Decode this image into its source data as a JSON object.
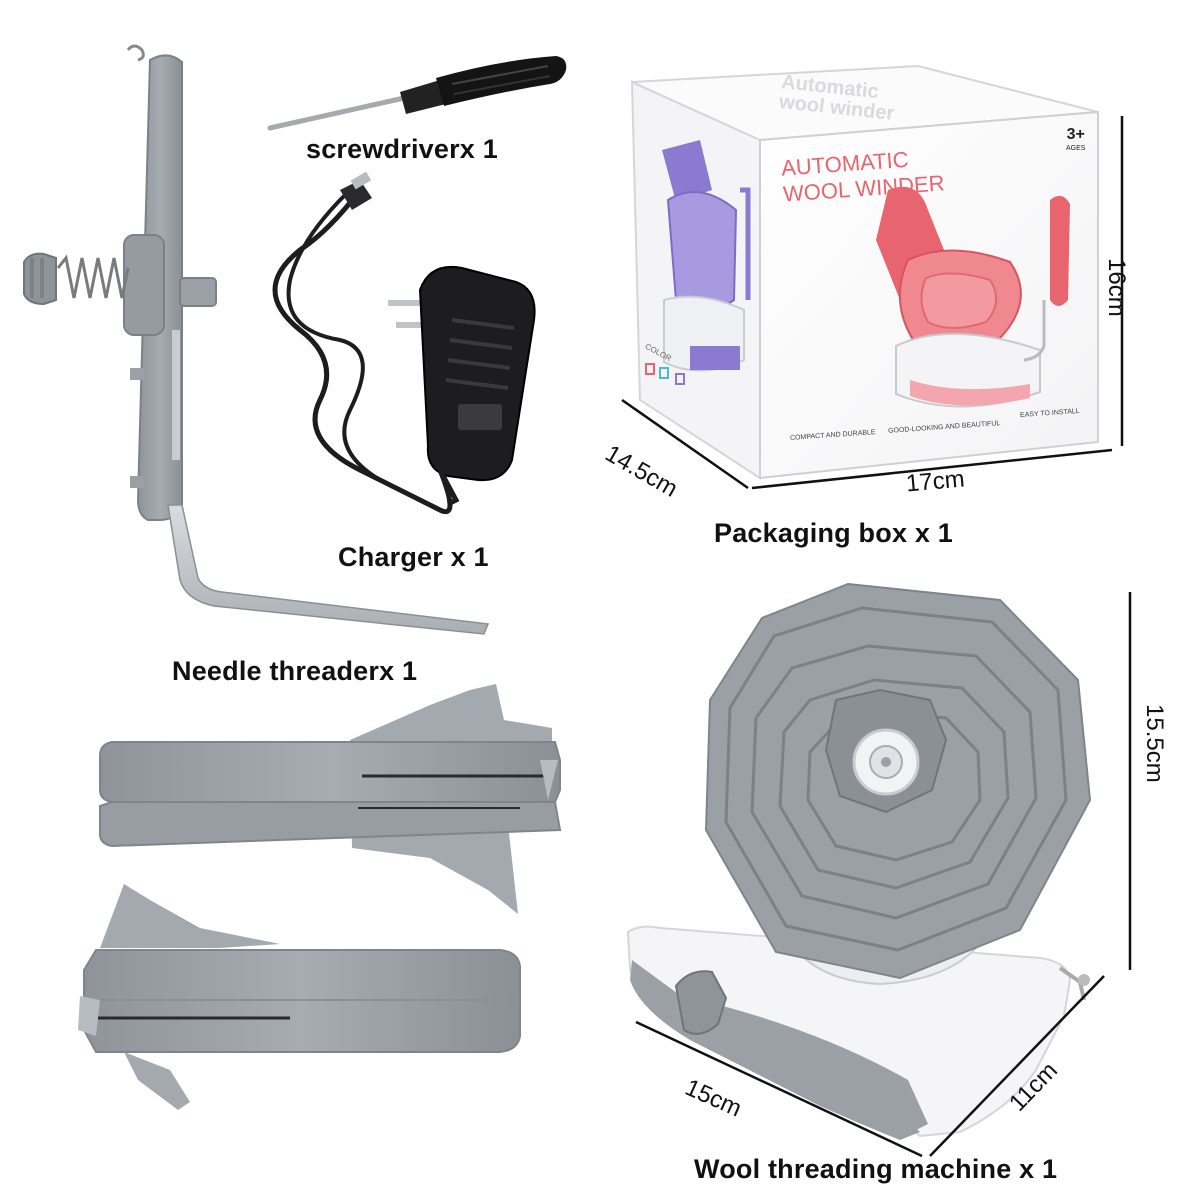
{
  "items": {
    "screwdriver": "screwdriverx 1",
    "charger": "Charger x 1",
    "packaging_box": "Packaging box x 1",
    "needle_threader": "Needle threaderx 1",
    "machine": "Wool threading machine x 1"
  },
  "dimensions": {
    "box_depth": "14.5cm",
    "box_width": "17cm",
    "box_height": "16cm",
    "machine_height": "15.5cm",
    "machine_length": "15cm",
    "machine_width": "11cm"
  },
  "box_print": {
    "title_line1": "AUTOMATIC",
    "title_line2": "WOOL WINDER",
    "top_line1": "Automatic",
    "top_line2": "wool winder",
    "age": "3+",
    "age_sub": "AGES",
    "color_label": "COLOR",
    "feature1": "COMPACT AND DURABLE",
    "feature2": "GOOD-LOOKING AND BEAUTIFUL",
    "feature3": "EASY TO INSTALL"
  },
  "colors": {
    "gray_part": "#9aa0a6",
    "gray_dark": "#80868c",
    "box_pink": "#e8646e",
    "box_purple": "#8a7bd0",
    "charger_black": "#1d1d1f"
  }
}
